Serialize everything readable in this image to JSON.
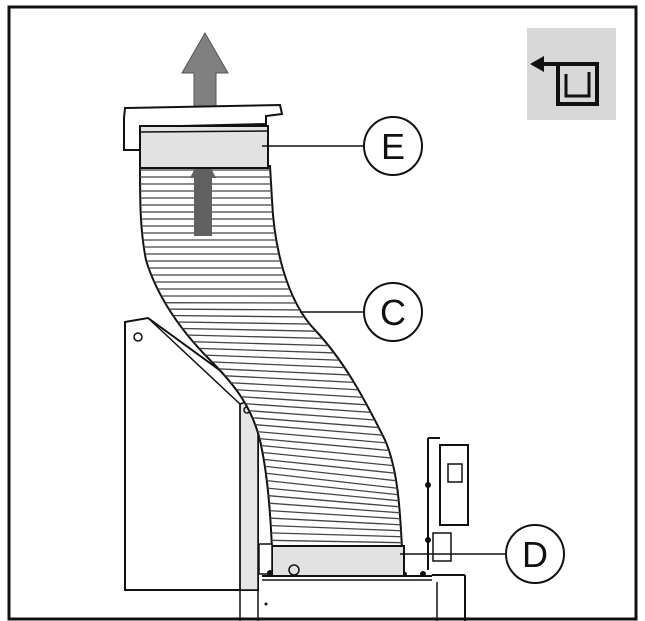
{
  "callouts": {
    "e": "E",
    "c": "C",
    "d": "D"
  },
  "icons": {
    "corner_badge": "exhaust-out-icon",
    "airflow": "up-arrow-icon"
  },
  "colors": {
    "frame": "#111111",
    "badge_bg": "#d8d8d8",
    "arrow_fill": "#808080",
    "inner_arrow_fill": "#606060",
    "duct_stripe": "#444444",
    "part_fill": "#e2e2e2"
  }
}
